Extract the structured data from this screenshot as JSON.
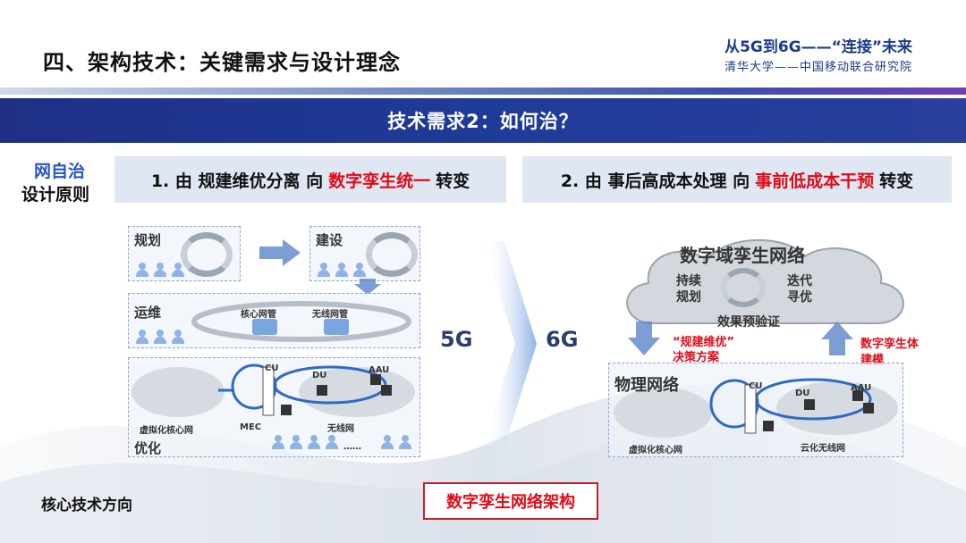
{
  "header": {
    "title": "四、架构技术：关键需求与设计理念",
    "brand_title": "从5G到6G——“连接”未来",
    "brand_sub": "清华大学——中国移动联合研究院"
  },
  "banner": {
    "text": "技术需求2：如何治？"
  },
  "left_label": {
    "line1": "网自治",
    "line2": "设计原则"
  },
  "req1": {
    "prefix": "1. 由 规建维优分离 向",
    "highlight": "数字孪生统一",
    "suffix": "转变"
  },
  "req2": {
    "prefix": "2. 由 事后高成本处理 向",
    "highlight": "事前低成本干预",
    "suffix": "转变"
  },
  "left_diagram": {
    "plan": "规划",
    "build": "建设",
    "ops": "运维",
    "core_mgmt": "核心网管",
    "wireless_mgmt": "无线网管",
    "cu": "CU",
    "du": "DU",
    "aau": "AAU",
    "virtual_core": "虚拟化核心网",
    "mec": "MEC",
    "wireless_net": "无线网",
    "optimize": "优化",
    "dots": "……"
  },
  "gen": {
    "from": "5G",
    "to": "6G"
  },
  "right_diagram": {
    "twin_network": "数字域孪生网络",
    "continuous": "持续",
    "planning": "规划",
    "iterate": "迭代",
    "seek_opt": "寻优",
    "verify": "效果预验证",
    "decision_line1": "“规建维优”",
    "decision_line2": "决策方案",
    "twin_model_line1": "数字孪生体",
    "twin_model_line2": "建模",
    "physical": "物理网络",
    "cu": "CU",
    "du": "DU",
    "aau": "AAU",
    "virtual_core": "虚拟化核心网",
    "cloud_wireless": "云化无线网"
  },
  "footer": {
    "core_direction": "核心技术方向",
    "arch": "数字孪生网络架构"
  },
  "colors": {
    "banner": "#1f3b98",
    "accent_red": "#e10a16",
    "accent_blue": "#2756c8"
  }
}
